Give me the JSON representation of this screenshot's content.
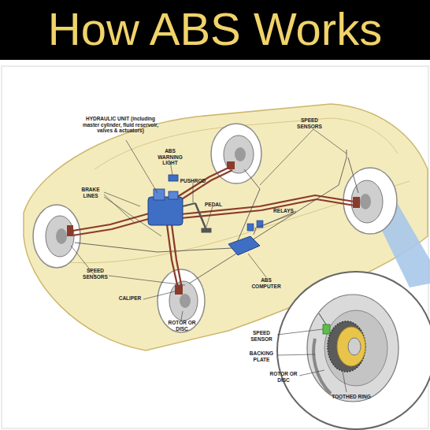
{
  "diagram": {
    "title": "How ABS Works",
    "labels": [
      "HYDRAULIC UNIT (including master cylinder, fluid reservoir, valves & actuators)",
      "SPEED SENSORS",
      "ABS WARNING LIGHT",
      "PUSHROD",
      "BRAKE LINES",
      "PEDAL",
      "RELAYS",
      "SPEED SENSORS",
      "ABS COMPUTER",
      "CALIPER",
      "ROTOR OR DISC",
      "SPEED SENSOR",
      "BACKING PLATE",
      "ROTOR OR DISC",
      "TOOTHED RING"
    ]
  }
}
